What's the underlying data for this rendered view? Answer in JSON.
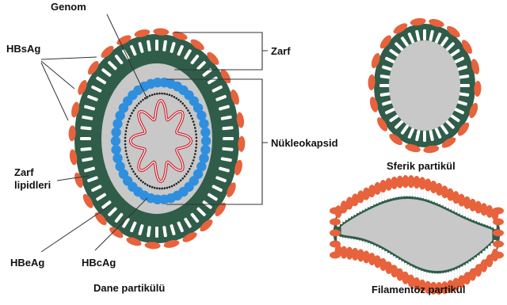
{
  "labels": {
    "genom": "Genom",
    "hbsag": "HBsAg",
    "zarf": "Zarf",
    "nukleokapsid": "Nükleokapsid",
    "zarf_lipidleri_line1": "Zarf",
    "zarf_lipidleri_line2": "lipidleri",
    "hbeag": "HBeAg",
    "hbcag": "HBcAg"
  },
  "captions": {
    "dane": "Dane partikülü",
    "sferik": "Sferik partikül",
    "filamentoz": "Filamentöz partikül"
  },
  "colors": {
    "membrane_green": "#2f5d4a",
    "membrane_white": "#ffffff",
    "spike_orange": "#e8623c",
    "capsid_blue": "#2f8fde",
    "core_gray": "#c8c8c8",
    "genome_red": "#c8202a",
    "background": "#ffffff"
  }
}
